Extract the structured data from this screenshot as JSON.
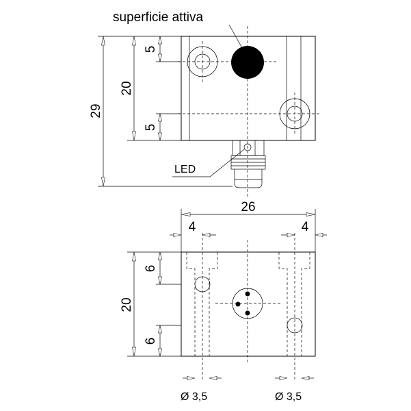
{
  "labels": {
    "active_surface": "superficie attiva",
    "led": "LED"
  },
  "top_view": {
    "dim_29": "29",
    "dim_20": "20",
    "dim_5_top": "5",
    "dim_5_bottom": "5"
  },
  "front_view": {
    "dim_26": "26",
    "dim_4_left": "4",
    "dim_4_right": "4",
    "dim_20": "20",
    "dim_6_top": "6",
    "dim_6_bottom": "6",
    "hole_left": "Ø 3,5",
    "hole_right": "Ø 3,5"
  }
}
